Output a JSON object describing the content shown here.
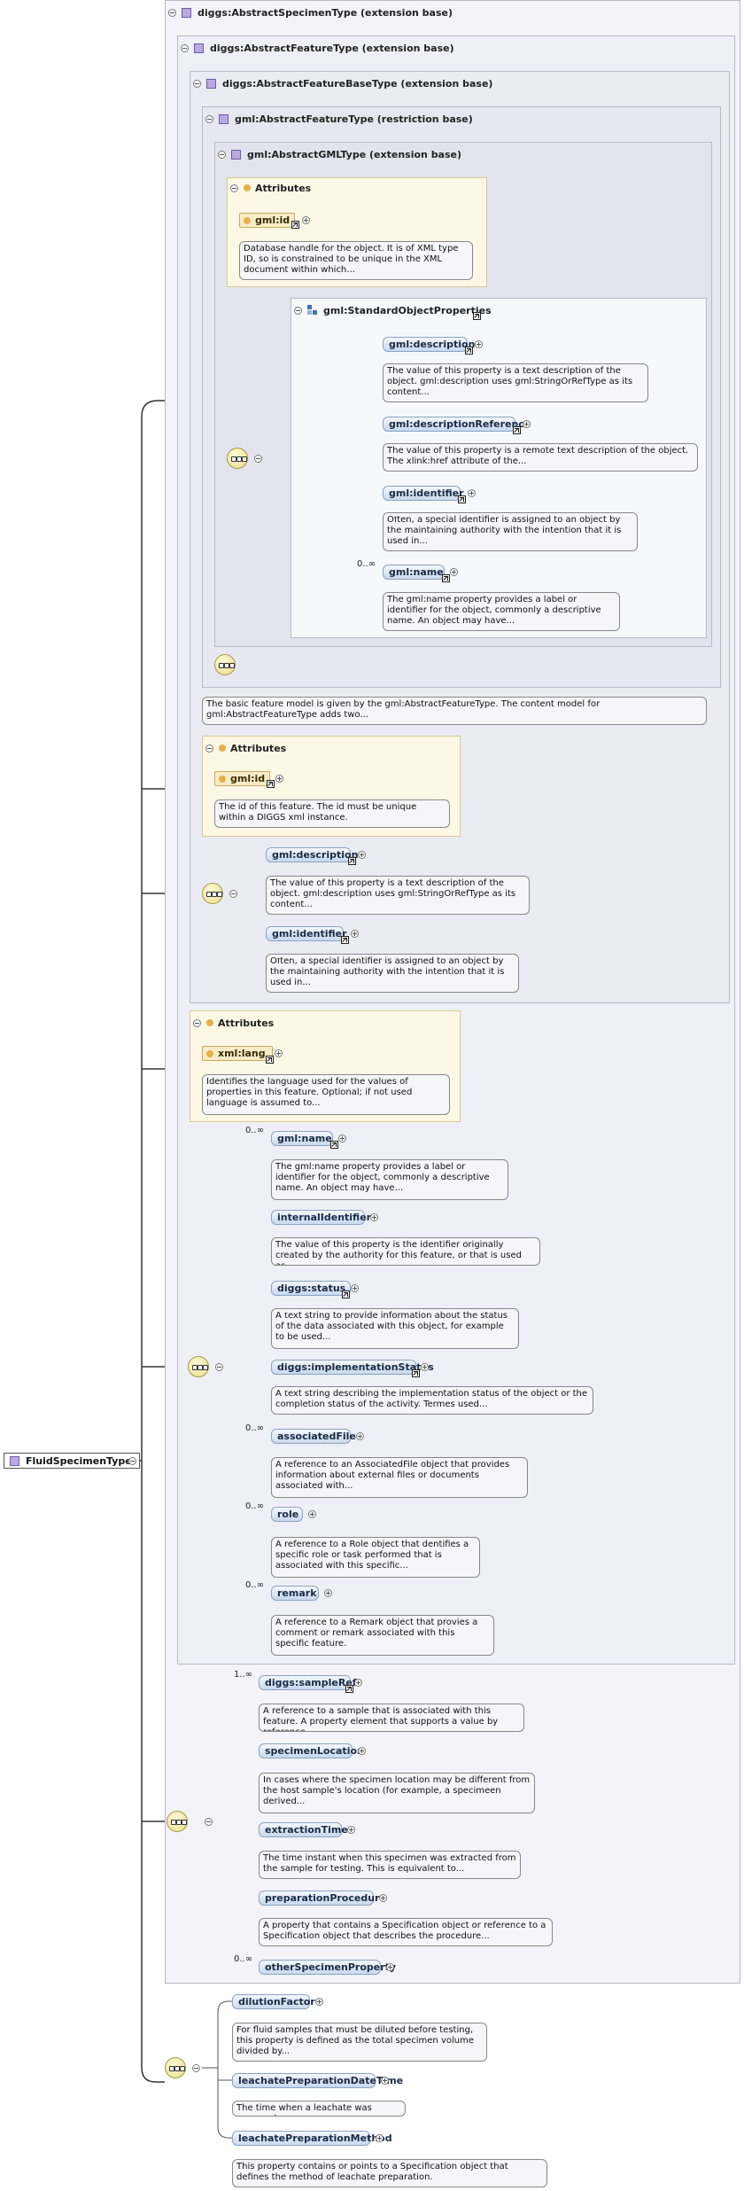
{
  "root": {
    "name": "FluidSpecimenType"
  },
  "types": {
    "abstract_specimen": "diggs:AbstractSpecimenType (extension base)",
    "abstract_feature": "diggs:AbstractFeatureType (extension base)",
    "abstract_feature_base": "diggs:AbstractFeatureBaseType (extension base)",
    "gml_abstract_feature": "gml:AbstractFeatureType (restriction base)",
    "gml_abstract_gml": "gml:AbstractGMLType (extension base)",
    "standard_object_properties": "gml:StandardObjectProperties"
  },
  "labels": {
    "attributes": "Attributes"
  },
  "gml_type": {
    "attribute": {
      "name": "gml:id",
      "doc": "Database handle for the object. It is of XML type ID, so is constrained to be unique in the XML document within which..."
    },
    "elements": [
      {
        "name": "gml:description",
        "occurs": "",
        "doc": "The value of this property is a text description of the object. gml:description uses gml:StringOrRefType as its content..."
      },
      {
        "name": "gml:descriptionReference",
        "occurs": "",
        "doc": "The value of this property is a remote text description of the object. The xlink:href attribute of the..."
      },
      {
        "name": "gml:identifier",
        "occurs": "",
        "doc": "Often, a special identifier is assigned to an object by the maintaining authority with the intention that it is used in..."
      },
      {
        "name": "gml:name",
        "occurs": "0..∞",
        "doc": "The gml:name property provides a label or identifier for the object, commonly a descriptive name. An object may have..."
      }
    ]
  },
  "gml_feature_doc": "The basic feature model is given by the gml:AbstractFeatureType. The content model for gml:AbstractFeatureType adds two...",
  "feature_base": {
    "attribute": {
      "name": "gml:id",
      "doc": "The id of this feature. The id must be unique within a DIGGS xml instance."
    },
    "elements": [
      {
        "name": "gml:description",
        "occurs": "",
        "doc": "The value of this property is a text description of the object. gml:description uses gml:StringOrRefType as its content..."
      },
      {
        "name": "gml:identifier",
        "occurs": "",
        "doc": "Often, a special identifier is assigned to an object by the maintaining authority with the intention that it is used in..."
      }
    ]
  },
  "feature": {
    "attribute": {
      "name": "xml:lang",
      "doc": "Identifies the language used for the values of properties in this feature. Optional; if not used language is assumed to..."
    },
    "elements": [
      {
        "name": "gml:name",
        "occurs": "0..∞",
        "doc": "The gml:name property provides a label or identifier for the object, commonly a descriptive name. An object may have..."
      },
      {
        "name": "internalIdentifier",
        "occurs": "",
        "doc": "The value of this property is the identifier originally created by the authority for this feature, or that is used as..."
      },
      {
        "name": "diggs:status",
        "occurs": "",
        "doc": "A text string to provide information about the status of the data associated with this object, for example to be used..."
      },
      {
        "name": "diggs:implementationStatus",
        "occurs": "",
        "doc": "A text string describing the implementation status of the object or the completion status of the activity. Termes used..."
      },
      {
        "name": "associatedFile",
        "occurs": "0..∞",
        "doc": "A reference to an AssociatedFile object that provides information about external files or documents associated with..."
      },
      {
        "name": "role",
        "occurs": "0..∞",
        "doc": "A reference to a Role object that dentifies a specific role or task performed that is associated with this specific..."
      },
      {
        "name": "remark",
        "occurs": "0..∞",
        "doc": "A reference to a Remark object that provies a comment or remark associated with this specific feature."
      }
    ]
  },
  "specimen": {
    "elements": [
      {
        "name": "diggs:sampleRef",
        "occurs": "1..∞",
        "doc": "A reference to a sample that is associated with this feature. A property element that supports a value by reference..."
      },
      {
        "name": "specimenLocation",
        "occurs": "",
        "doc": "In cases where the specimen location may be different from the host sample's location (for example, a specimeen derived..."
      },
      {
        "name": "extractionTime",
        "occurs": "",
        "doc": "The time instant when this specimen was extracted from the sample for testing. This is equivalent to..."
      },
      {
        "name": "preparationProcedure",
        "occurs": "",
        "doc": "A property that contains a Specification object or reference to a Specification object that describes the procedure..."
      },
      {
        "name": "otherSpecimenProperty",
        "occurs": "0..∞",
        "doc": ""
      }
    ]
  },
  "fluid": {
    "elements": [
      {
        "name": "dilutionFactor",
        "occurs": "",
        "doc": "For fluid samples that must be diluted before testing, this property is defined as the total specimen volume divided by..."
      },
      {
        "name": "leachatePreparationDateTime",
        "occurs": "",
        "doc": "The time when a leachate was prepared"
      },
      {
        "name": "leachatePreparationMethod",
        "occurs": "",
        "doc": "This property contains or points to a Specification object that defines the method of leachate preparation."
      }
    ]
  },
  "colors": {
    "element_fill": "#c9d8ee",
    "attribute_fill": "#f7ecc8",
    "attributes_box": "#fdf7e6",
    "type_box": "#efeff7",
    "compositor": "#e8dc86",
    "connector": "#333333"
  }
}
